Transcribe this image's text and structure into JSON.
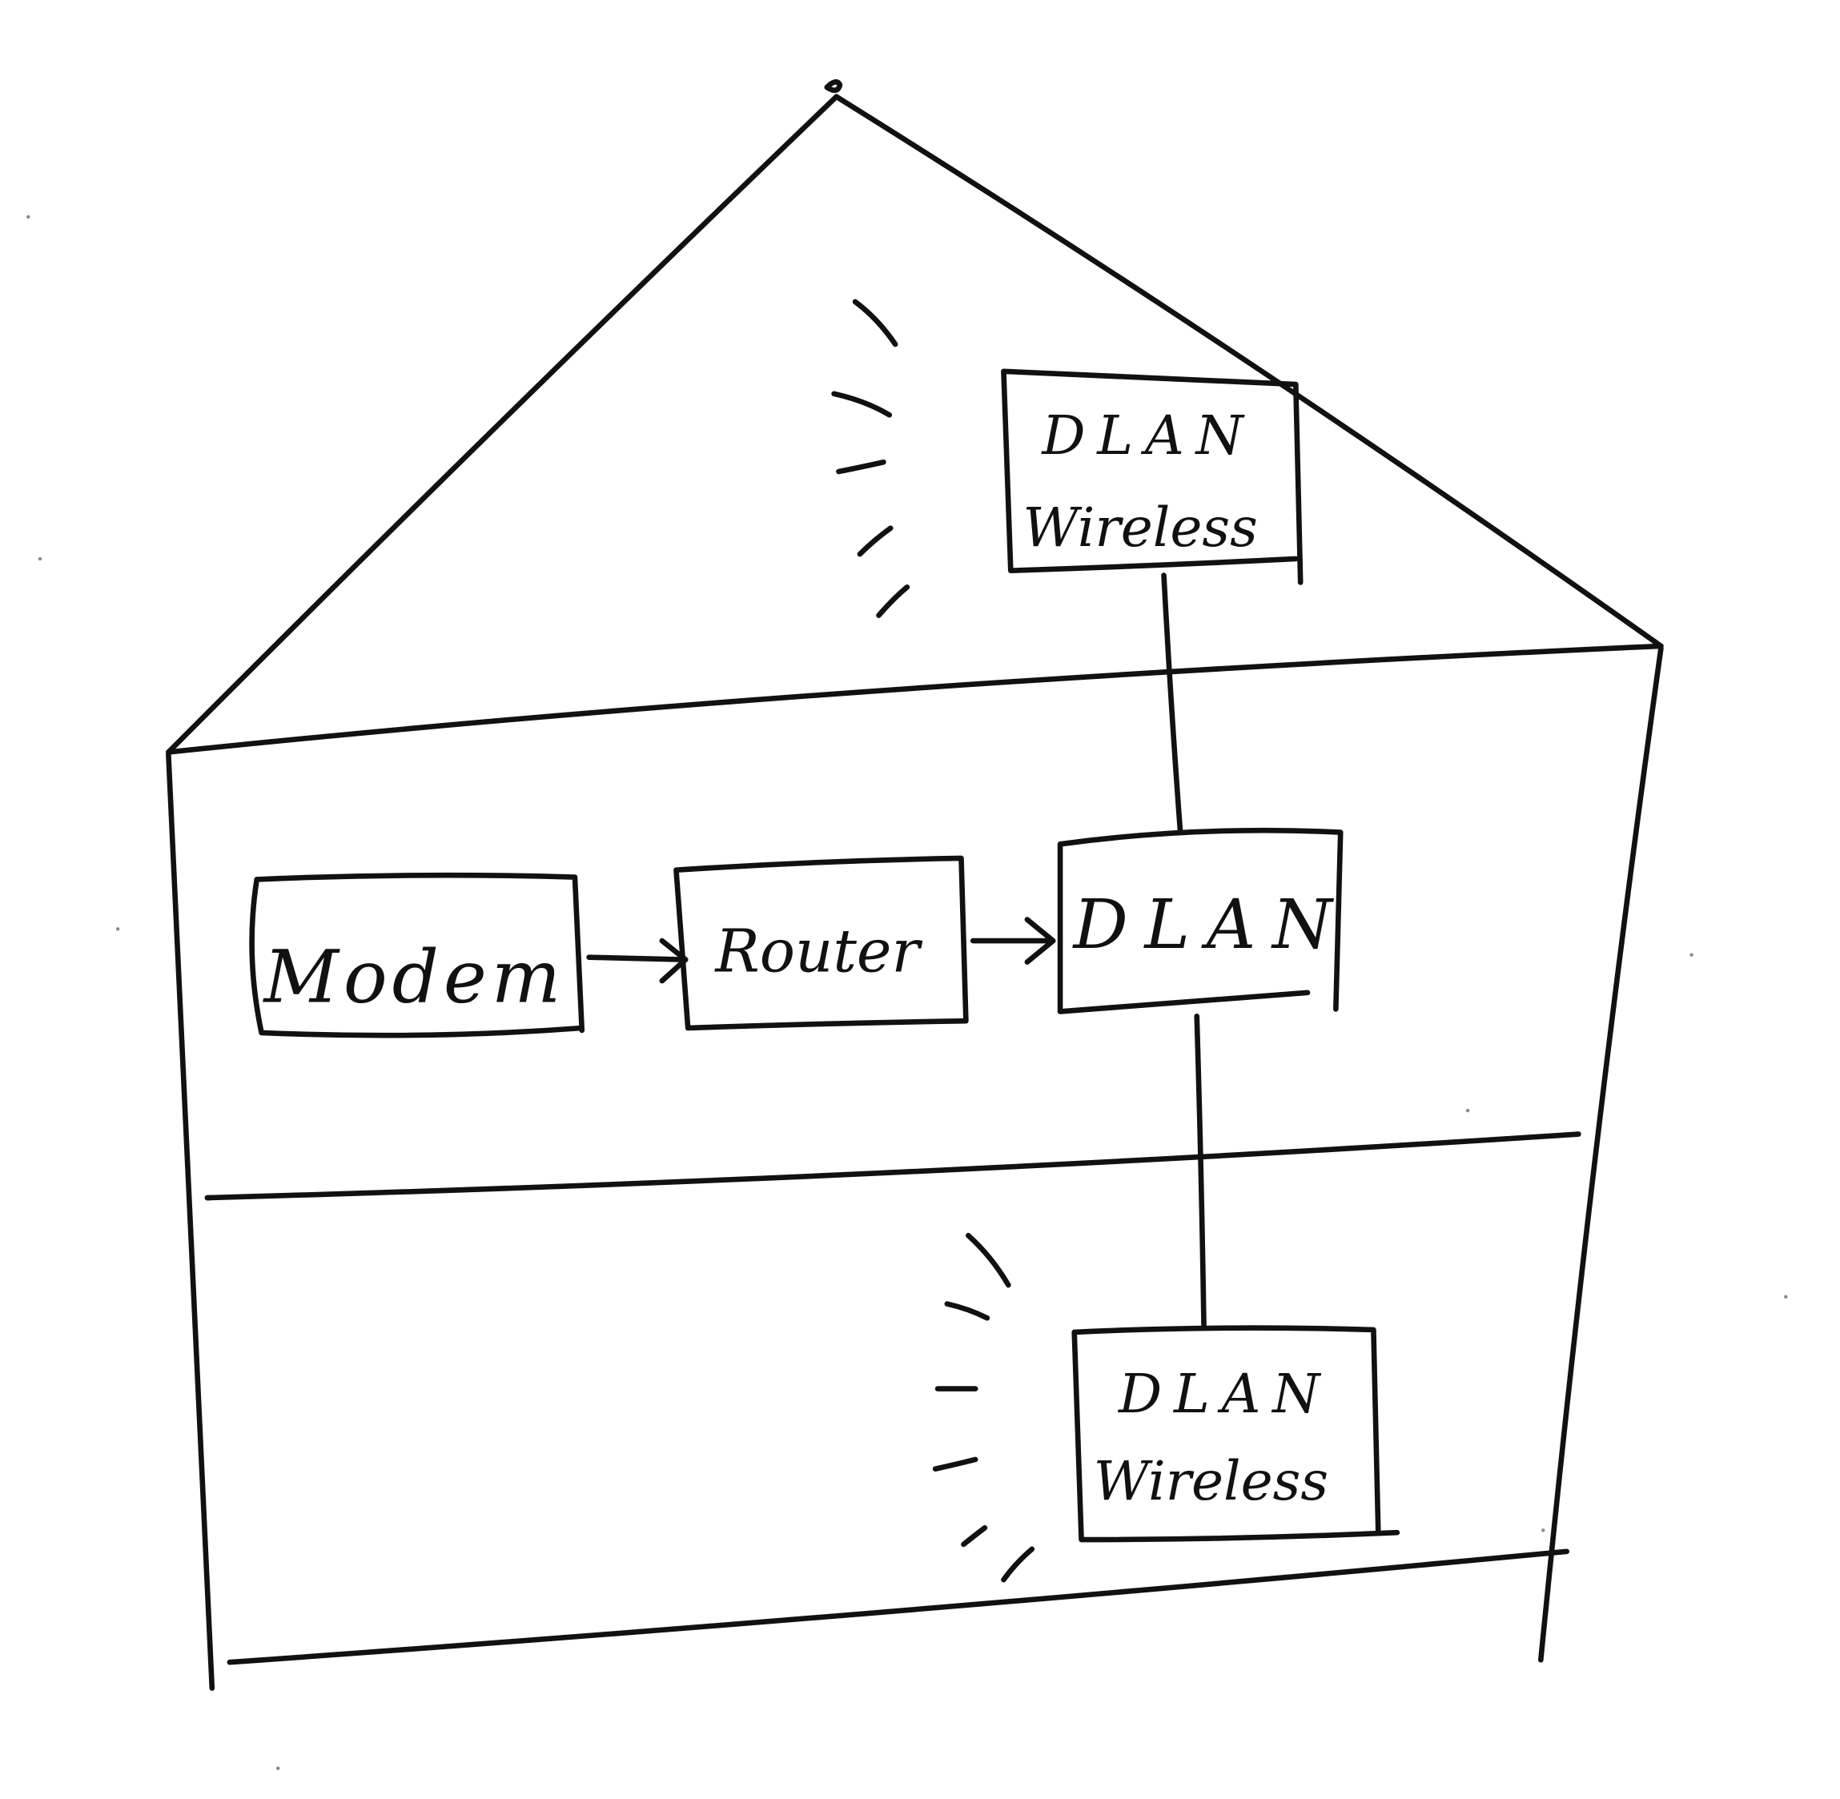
{
  "diagram": {
    "nodes": [
      {
        "id": "modem",
        "label": "Modem"
      },
      {
        "id": "router",
        "label": "Router"
      },
      {
        "id": "dlan",
        "label": "DLAN"
      },
      {
        "id": "dlan-wireless-attic",
        "lines": [
          "DLAN",
          "Wireless"
        ]
      },
      {
        "id": "dlan-wireless-lower",
        "lines": [
          "DLAN",
          "Wireless"
        ]
      }
    ],
    "edges": [
      {
        "from": "modem",
        "to": "router",
        "arrow": true
      },
      {
        "from": "router",
        "to": "dlan",
        "arrow": true
      },
      {
        "from": "dlan",
        "to": "dlan-wireless-attic",
        "arrow": false
      },
      {
        "from": "dlan",
        "to": "dlan-wireless-lower",
        "arrow": false
      }
    ]
  }
}
